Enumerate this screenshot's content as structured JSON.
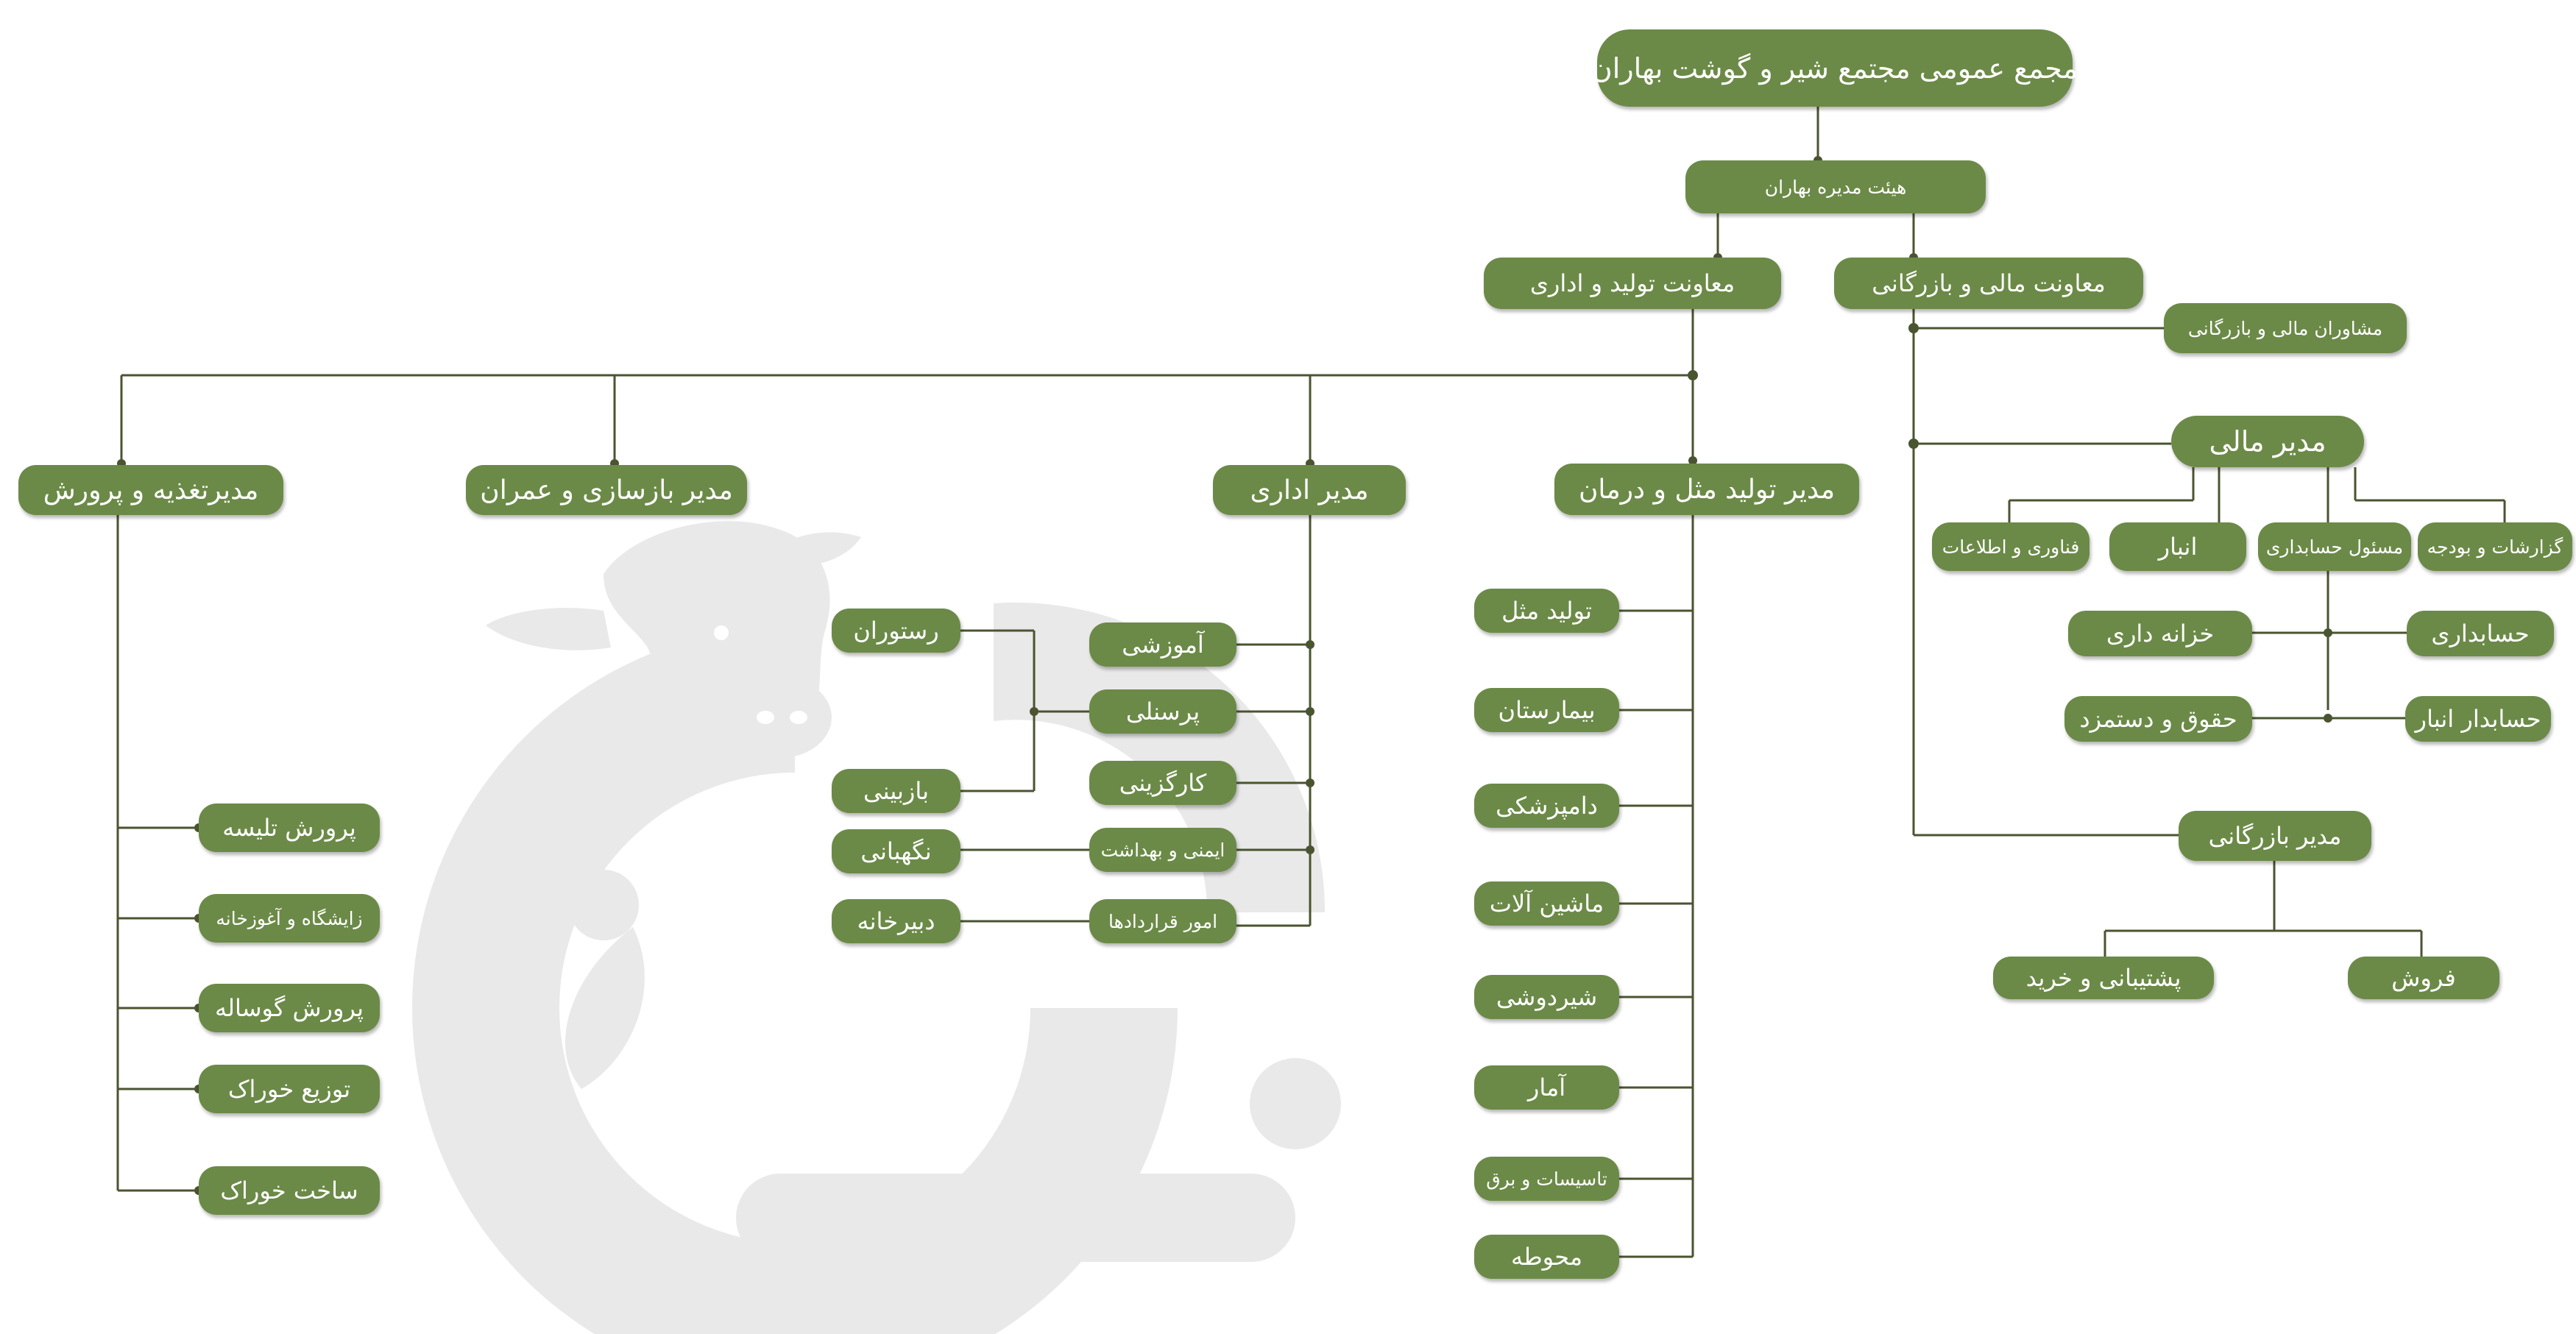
{
  "colors": {
    "box": "#6b8a47",
    "line": "#4a5430",
    "text": "#ffffff",
    "watermark": "#e9e9e9"
  },
  "watermark": {
    "icon": "cow-logo-watermark"
  },
  "nodes": {
    "root": "مجمع عمومی مجتمع شیر و گوشت بهاران",
    "board": "هیئت مدیره بهاران",
    "vp_finance": "معاونت مالی و بازرگانی",
    "vp_production": "معاونت تولید و اداری",
    "advisors": "مشاوران مالی و بازرگانی",
    "finance_manager": "مدیر مالی",
    "reports_budget": "گزارشات و بودجه",
    "accounting_head": "مسئول حسابداری",
    "warehouse": "انبار",
    "it": "فناوری و اطلاعات",
    "accounting": "حسابداری",
    "treasury": "خزانه داری",
    "warehouse_accountant": "حسابدار انبار",
    "payroll": "حقوق و دستمزد",
    "commercial_manager": "مدیر بازرگانی",
    "sales": "فروش",
    "support_purchase": "پشتیبانی و خرید",
    "production_manager": "مدیر تولید مثل و درمان",
    "reproduction": "تولید مثل",
    "hospital": "بیمارستان",
    "veterinary": "دامپزشکی",
    "machinery": "ماشین آلات",
    "milking": "شیردوشی",
    "statistics": "آمار",
    "facilities": "تاسیسات و برق",
    "premises": "محوطه",
    "admin_manager": "مدیر اداری",
    "training": "آموزشی",
    "personnel": "پرسنلی",
    "recruitment": "کارگزینی",
    "safety_health": "ایمنی و بهداشت",
    "contracts": "امور قراردادها",
    "restaurant": "رستوران",
    "inspection": "بازبینی",
    "security": "نگهبانی",
    "secretariat": "دبیرخانه",
    "reconstruction_manager": "مدیر بازسازی و عمران",
    "nutrition_manager": "مدیرتغذیه و پرورش",
    "heifer_rearing": "پرورش تلیسه",
    "calving": "زایشگاه و آغوزخانه",
    "calf_rearing": "پرورش گوساله",
    "feed_distribution": "توزیع خوراک",
    "feed_making": "ساخت خوراک"
  }
}
